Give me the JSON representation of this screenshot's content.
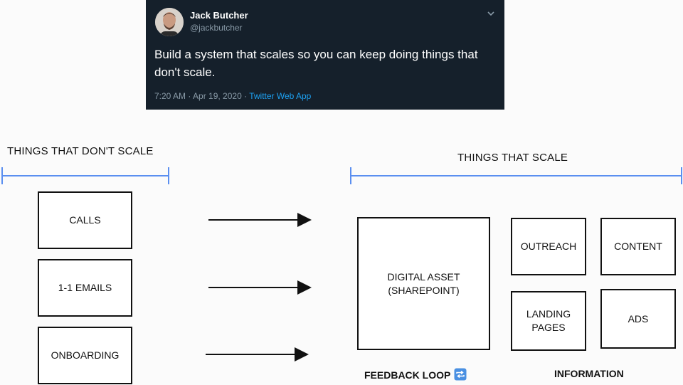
{
  "tweet": {
    "author_name": "Jack Butcher",
    "author_handle": "@jackbutcher",
    "text": "Build a system that scales so you can keep doing things that don't scale.",
    "timestamp": "7:20 AM · Apr 19, 2020 · ",
    "source": "Twitter Web App",
    "menu_icon": "chevron-down-icon"
  },
  "diagram": {
    "left_label": "THINGS THAT DON'T SCALE",
    "right_label": "THINGS THAT SCALE",
    "bracket_color": "#5b8ff0",
    "left_items": [
      "CALLS",
      "1-1 EMAILS",
      "ONBOARDING"
    ],
    "asset_box": {
      "line1": "DIGITAL ASSET",
      "line2": "(SHAREPOINT)"
    },
    "info_items": {
      "outreach": "OUTREACH",
      "content": "CONTENT",
      "landing_line1": "LANDING",
      "landing_line2": "PAGES",
      "ads": "ADS"
    },
    "feedback_caption": "FEEDBACK LOOP",
    "feedback_icon": "repeat-icon",
    "information_caption": "INFORMATION"
  }
}
